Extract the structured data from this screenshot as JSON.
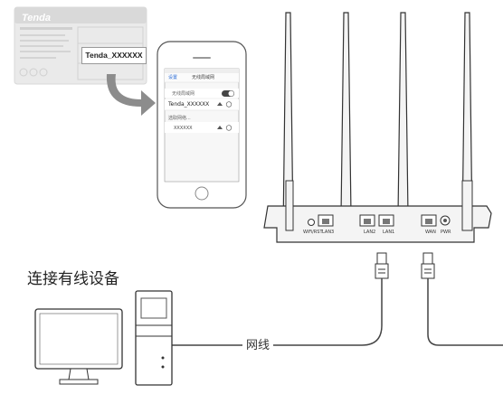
{
  "label_card": {
    "brand": "Tenda",
    "ssid_value": "Tenda_XXXXXX"
  },
  "phone": {
    "back_label": "设置",
    "screen_title": "无线局域网",
    "wlan_toggle_label": "无线局域网",
    "connected_ssid": "Tenda_XXXXXX",
    "choose_network_label": "选取网络...",
    "other_ssid": "XXXXXX"
  },
  "router_ports": {
    "wps_rst": "WiFi/RST",
    "lan3": "LAN3",
    "lan2": "LAN2",
    "lan1": "LAN1",
    "wan": "WAN",
    "pwr": "PWR"
  },
  "section_title": "连接有线设备",
  "cable_label": "网线",
  "colors": {
    "label_card_bg": "#e9e9e9",
    "arrow": "#8c8c8c",
    "router_body": "#f4f4f4",
    "outline": "#333333",
    "cable": "#444444",
    "toggle_on": "#444444"
  }
}
